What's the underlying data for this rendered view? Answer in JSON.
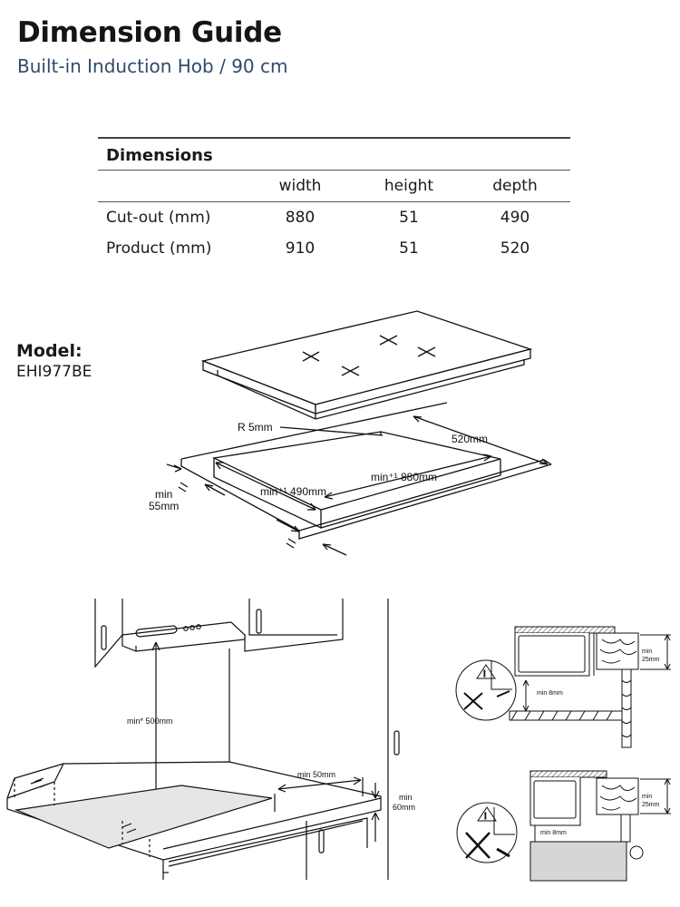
{
  "header": {
    "title": "Dimension Guide",
    "subtitle": "Built-in Induction Hob / 90 cm"
  },
  "table": {
    "heading": "Dimensions",
    "columns": [
      "width",
      "height",
      "depth"
    ],
    "rows": [
      {
        "label": "Cut-out (mm)",
        "values": [
          "880",
          "51",
          "490"
        ]
      },
      {
        "label": "Product (mm)",
        "values": [
          "910",
          "51",
          "520"
        ]
      }
    ]
  },
  "model": {
    "label": "Model:",
    "value": "EHI977BE"
  },
  "cutout_diagram": {
    "radius": "R 5mm",
    "depth_overall": "520mm",
    "width_cutout": "min⁺¹ 880mm",
    "depth_cutout": "min⁺¹ 490mm",
    "min_label": "min",
    "min_value": "55mm"
  },
  "kitchen_diagram": {
    "hood_clearance": "min* 500mm",
    "back_clearance": "min 50mm",
    "side_min": "min",
    "side_value": "60mm"
  },
  "detail_diagram": {
    "top_side": "min\n25mm",
    "top_gap": "min 8mm",
    "bottom_side": "min\n25mm",
    "bottom_gap": "min 8mm"
  }
}
